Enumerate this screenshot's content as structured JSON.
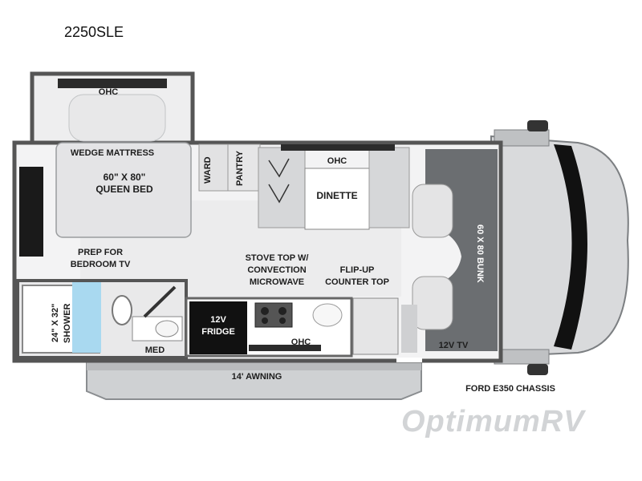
{
  "model_name": "2250SLE",
  "labels": {
    "ohc_bedroom": "OHC",
    "wedge_mattress": "WEDGE MATTRESS",
    "queen_bed": "60\" X 80\"\nQUEEN BED",
    "ward": "WARD",
    "pantry": "PANTRY",
    "ohc_dinette": "OHC",
    "dinette": "DINETTE",
    "bunk": "60 X 80 BUNK",
    "prep_tv": "PREP FOR\nBEDROOM TV",
    "stove": "STOVE TOP W/\nCONVECTION\nMICROWAVE",
    "counter": "FLIP-UP\nCOUNTER TOP",
    "shower": "24\" X 32\"\nSHOWER",
    "fridge": "12V\nFRIDGE",
    "ohc_kitchen": "OHC",
    "med": "MED",
    "tv_12v": "12V TV",
    "awning": "14' AWNING",
    "chassis": "FORD E350 CHASSIS"
  },
  "watermark": "OptimumRV"
}
